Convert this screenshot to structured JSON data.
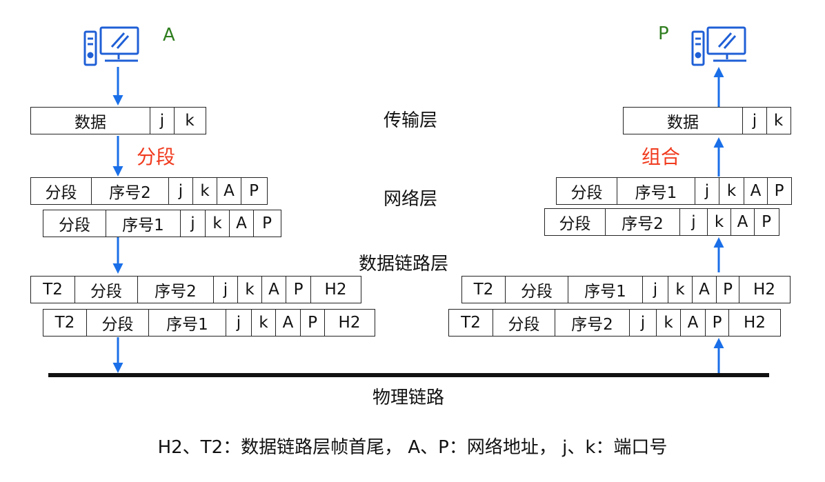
{
  "hosts": {
    "left": {
      "name": "A",
      "icon": "computer-icon"
    },
    "right": {
      "name": "P",
      "icon": "computer-icon"
    }
  },
  "layers": {
    "transport": "传输层",
    "network": "网络层",
    "datalink": "数据链路层",
    "physical": "物理链路"
  },
  "actions": {
    "segment": "分段",
    "reassemble": "组合"
  },
  "packets": {
    "left_transport": [
      "数据",
      "j",
      "k"
    ],
    "left_network_1": [
      "分段",
      "序号2",
      "j",
      "k",
      "A",
      "P"
    ],
    "left_network_2": [
      "分段",
      "序号1",
      "j",
      "k",
      "A",
      "P"
    ],
    "left_link_1": [
      "T2",
      "分段",
      "序号2",
      "j",
      "k",
      "A",
      "P",
      "H2"
    ],
    "left_link_2": [
      "T2",
      "分段",
      "序号1",
      "j",
      "k",
      "A",
      "P",
      "H2"
    ],
    "right_transport": [
      "数据",
      "j",
      "k"
    ],
    "right_network_1": [
      "分段",
      "序号1",
      "j",
      "k",
      "A",
      "P"
    ],
    "right_network_2": [
      "分段",
      "序号2",
      "j",
      "k",
      "A",
      "P"
    ],
    "right_link_1": [
      "T2",
      "分段",
      "序号1",
      "j",
      "k",
      "A",
      "P",
      "H2"
    ],
    "right_link_2": [
      "T2",
      "分段",
      "序号2",
      "j",
      "k",
      "A",
      "P",
      "H2"
    ]
  },
  "legend": "H2、T2：数据链路层帧首尾， A、P：网络地址， j、k：端口号",
  "colors": {
    "arrow": "#1a6fe8",
    "host_icon": "#1f5fd6",
    "host_label": "#2e7d1e",
    "action": "#f03a1e",
    "line": "#111111"
  }
}
